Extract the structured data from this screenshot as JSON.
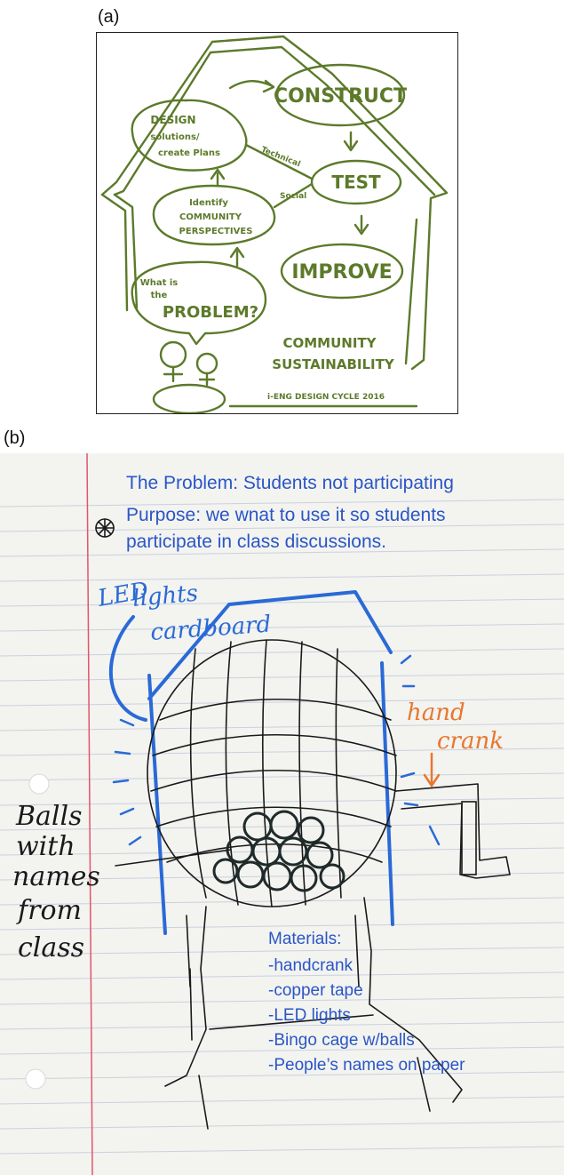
{
  "panel_a": {
    "label": "(a)",
    "construct": "CONSTRUCT",
    "test": "TEST",
    "improve": "IMPROVE",
    "design_line1": "DESIGN",
    "design_line2": "solutions/",
    "design_line3": "create Plans",
    "technical": "Technical",
    "social": "Social",
    "identify_line1": "Identify",
    "identify_line2": "COMMUNITY",
    "identify_line3": "PERSPECTIVES",
    "problem_line1": "What is",
    "problem_line2": "the",
    "problem_line3": "PROBLEM?",
    "community_line1": "COMMUNITY",
    "community_line2": "SUSTAINABILITY",
    "footer": "i-ENG DESIGN CYCLE 2016",
    "accent_color": "#5c7a2a"
  },
  "panel_b": {
    "label": "(b)",
    "problem": "The Problem: Students not participating",
    "purpose_line1": "Purpose: we wnat to use it so students",
    "purpose_line2": "participate in class discussions.",
    "led_line1": "LED",
    "led_line2": "lights",
    "led_line3": "cardboard",
    "hand_line1": "hand",
    "hand_line2": "crank",
    "balls_line1": "Balls",
    "balls_line2": "with",
    "balls_line3": "names",
    "balls_line4": "from",
    "balls_line5": "class",
    "materials_title": "Materials:",
    "materials": [
      "-handcrank",
      "-copper tape",
      "-LED lights",
      "-Bingo cage w/balls",
      "-People’s names on paper"
    ],
    "text_color": "#2a56c6",
    "crank_color": "#e8772e",
    "led_color": "#2a6ad6"
  }
}
